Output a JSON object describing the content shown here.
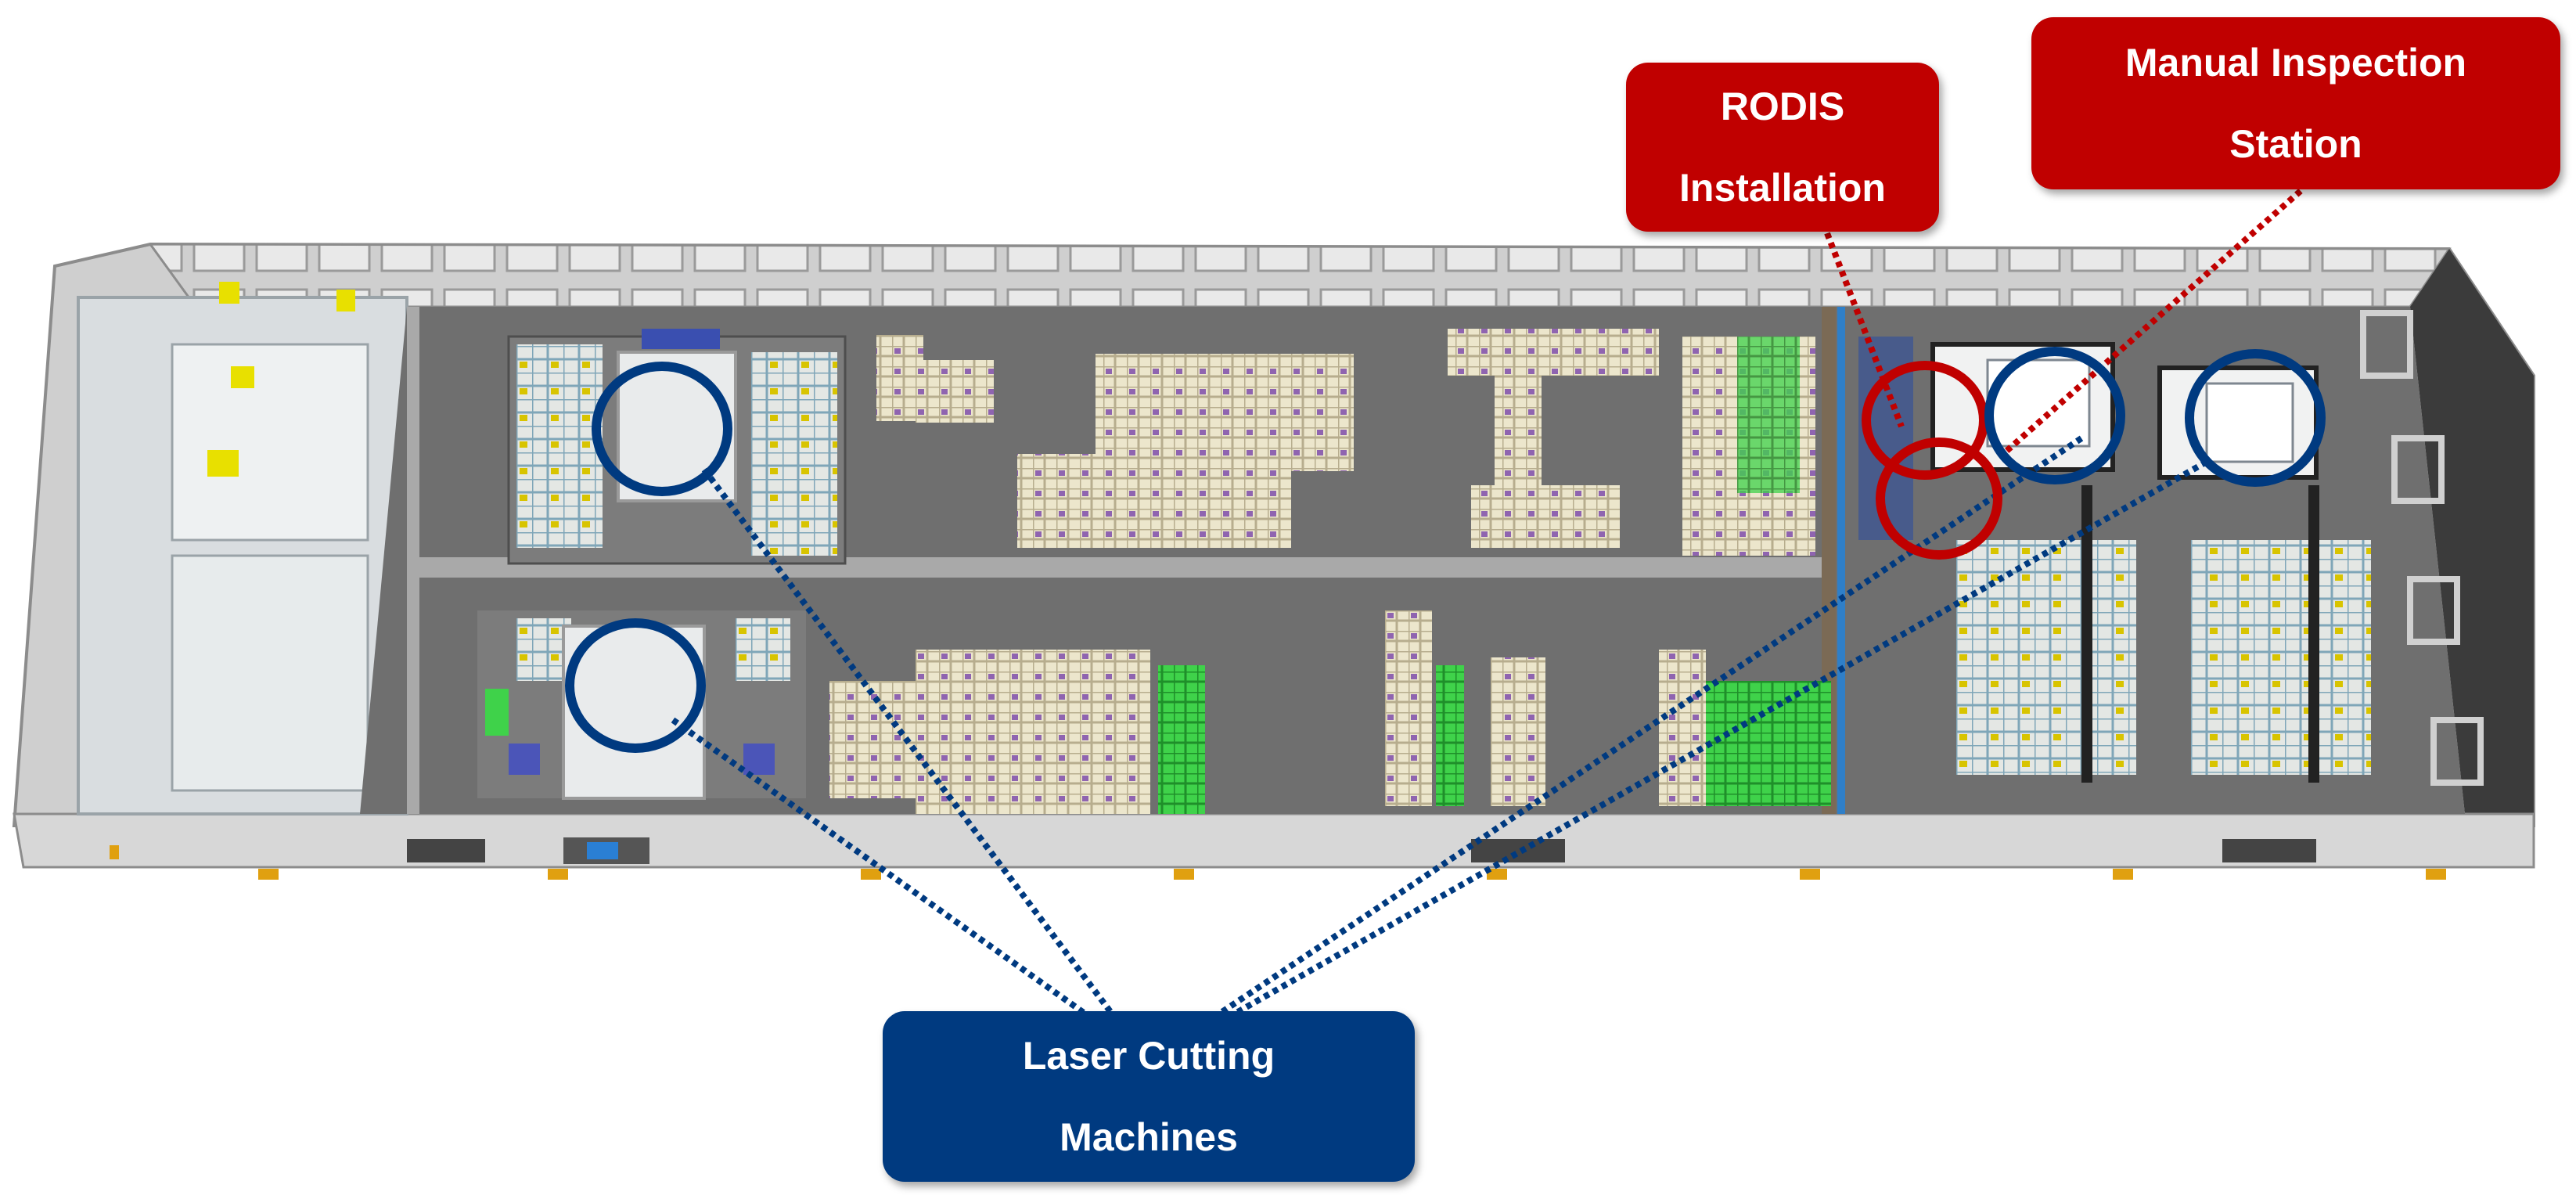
{
  "colors": {
    "red_callout": "#c00000",
    "blue_callout": "#003a80",
    "floor": "#6f6f6f",
    "wall": "#bfbfbf",
    "rack": "#ece6cc",
    "green_rack": "#3fd24a"
  },
  "callouts": {
    "rodis": {
      "line1": "RODIS",
      "line2": "Installation"
    },
    "manual_inspection": {
      "line1": "Manual Inspection",
      "line2": "Station"
    },
    "laser_cutting": {
      "line1": "Laser Cutting",
      "line2": "Machines"
    }
  }
}
